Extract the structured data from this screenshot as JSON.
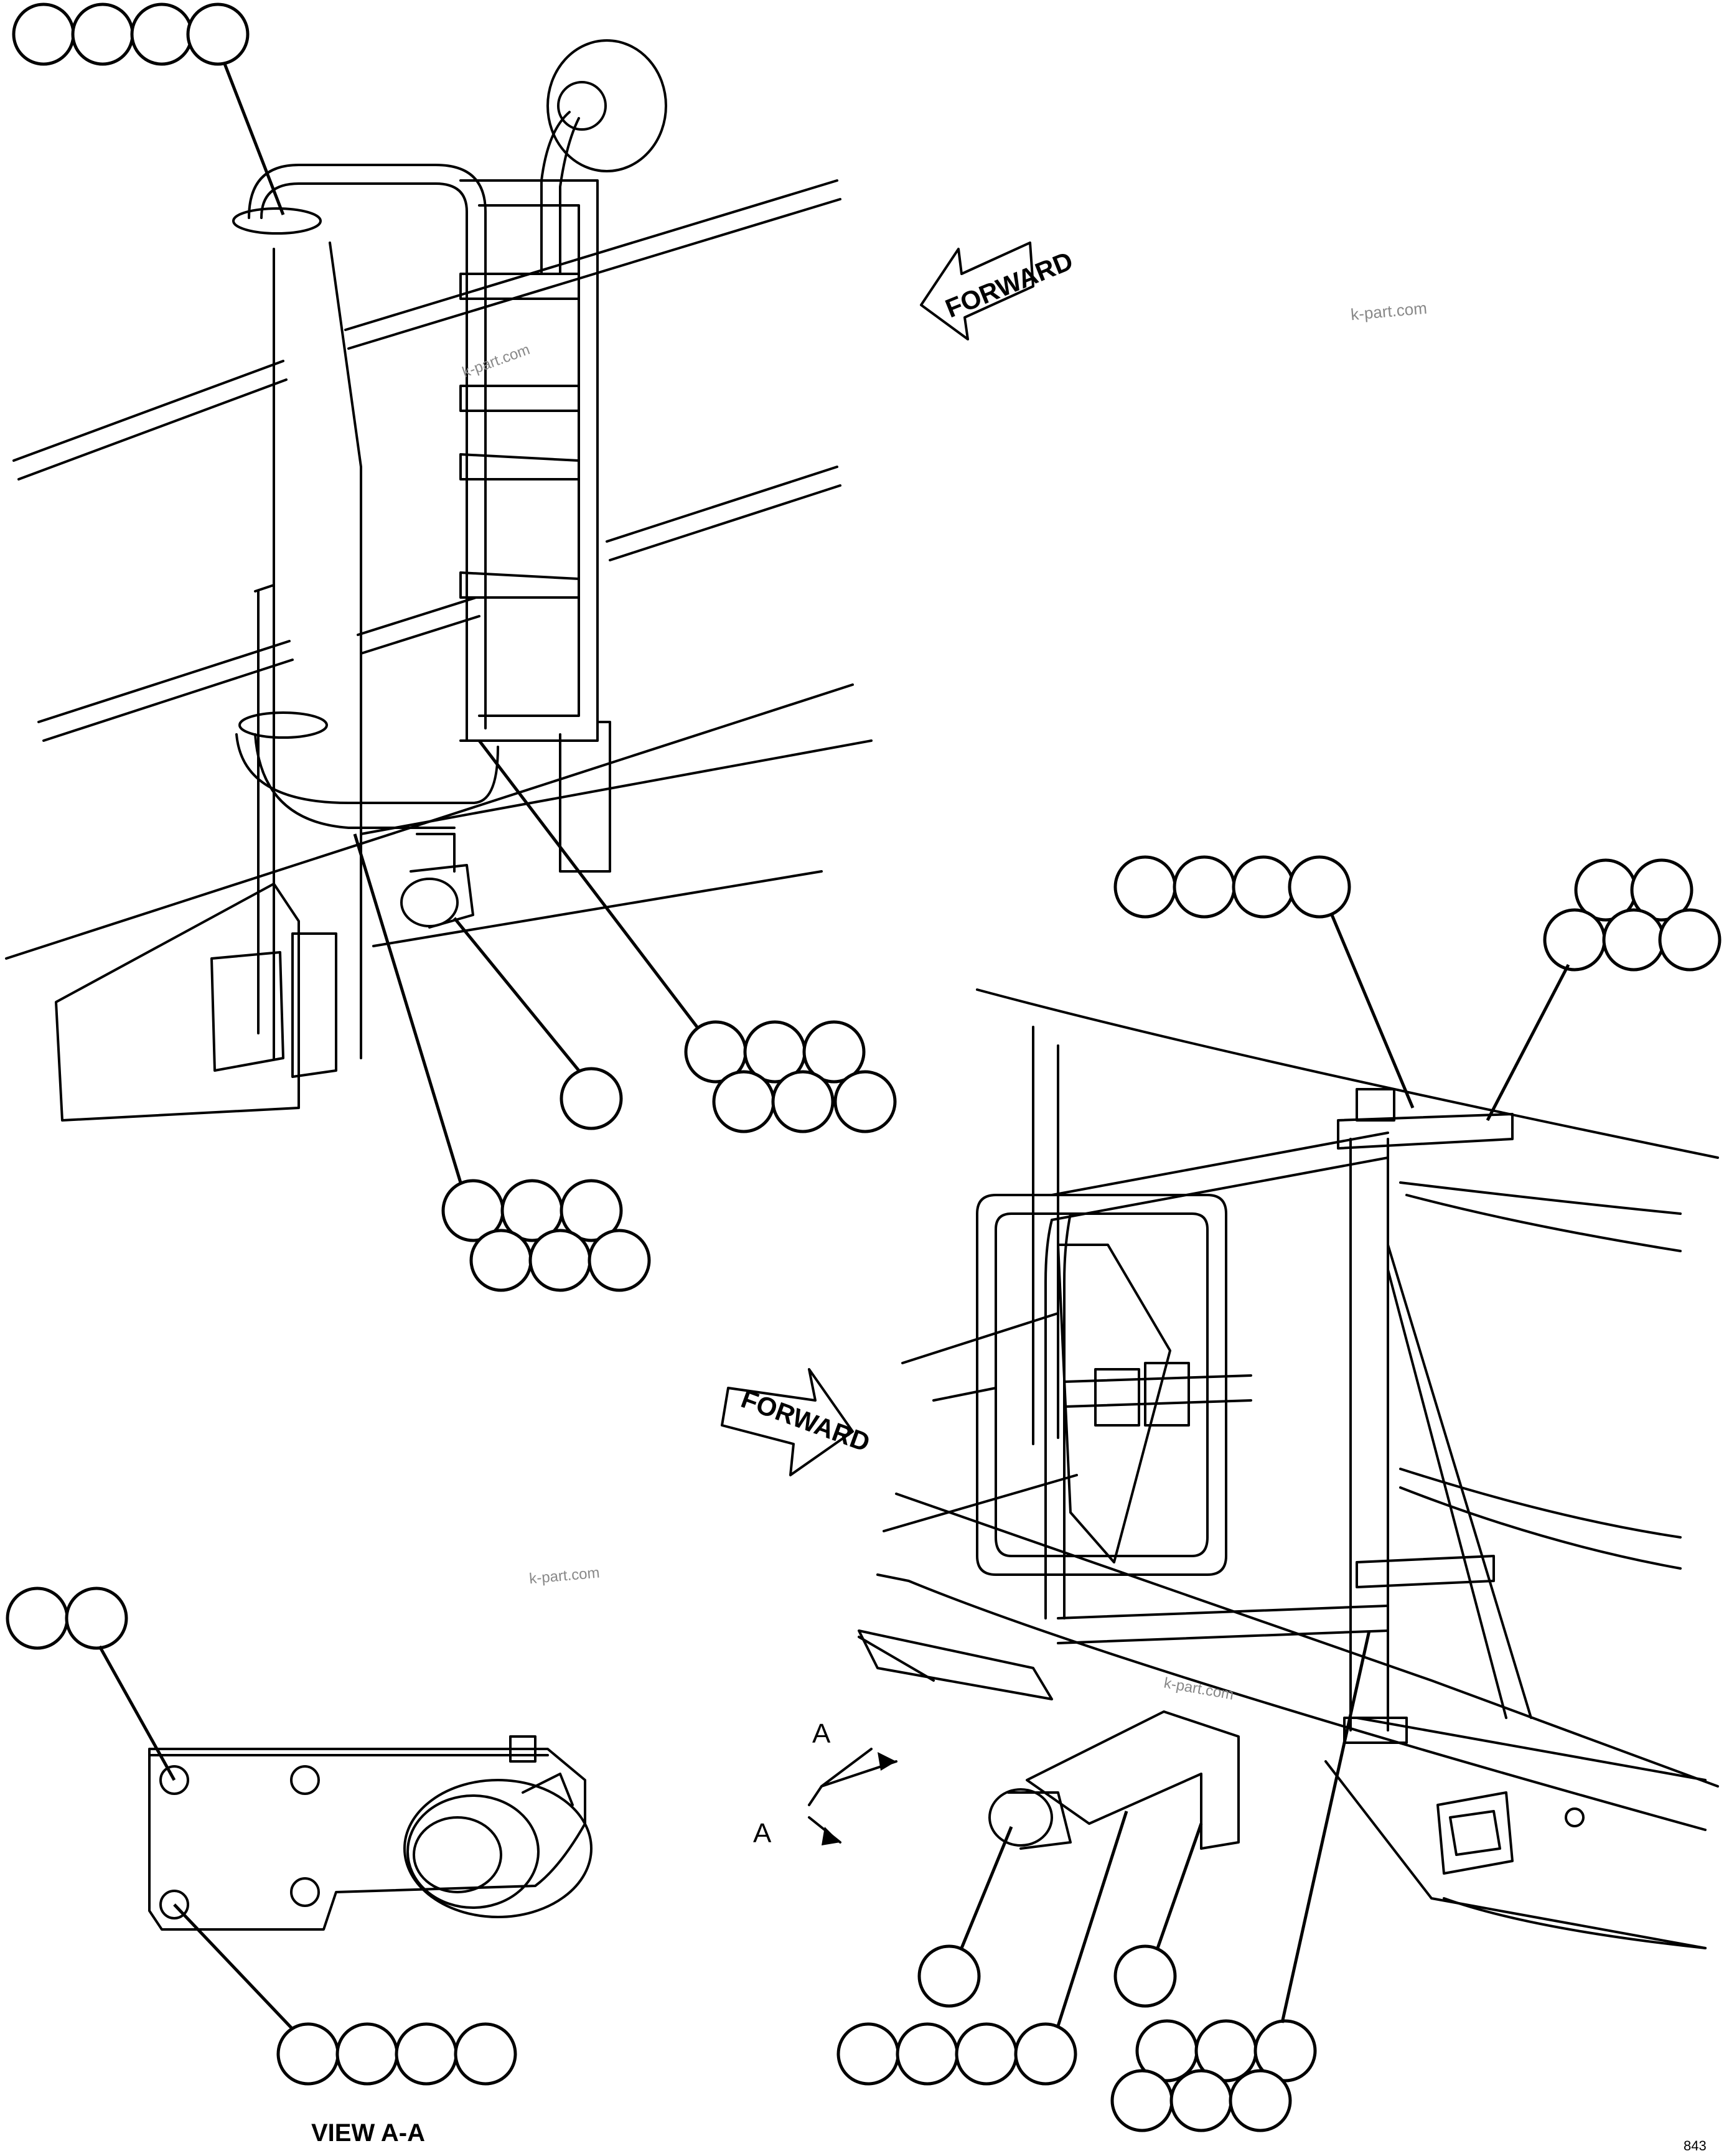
{
  "labels": {
    "forward_top": "FORWARD",
    "forward_right": "FORWARD",
    "section_a_top": "A",
    "section_a_bottom": "A",
    "view_caption": "VIEW A-A",
    "sheet_code": "843"
  },
  "watermarks": [
    "k-part.com",
    "k-part.com",
    "k-part.com",
    "k-part.com"
  ],
  "callout_groups": [
    {
      "id": "g1",
      "count": 4,
      "note": "top-left, to upper handrail bracket"
    },
    {
      "id": "g2",
      "count": 1,
      "note": "work lamp on handrail"
    },
    {
      "id": "g3",
      "count": 6,
      "note": "lower clamp on ladder"
    },
    {
      "id": "g4",
      "count": 6,
      "note": "handrail lower clamp"
    },
    {
      "id": "g5",
      "count": 4,
      "note": "mirror bracket clamp"
    },
    {
      "id": "g6",
      "count": 5,
      "note": "mirror bracket bolt"
    },
    {
      "id": "g7",
      "count": 2,
      "note": "view A-A upper bolt"
    },
    {
      "id": "g8",
      "count": 4,
      "note": "view A-A lower bolt"
    },
    {
      "id": "g9",
      "count": 1,
      "note": "lamp"
    },
    {
      "id": "g10",
      "count": 1,
      "note": "bracket"
    },
    {
      "id": "g11",
      "count": 4,
      "note": "lamp bracket bolt"
    },
    {
      "id": "g12",
      "count": 6,
      "note": "lower mirror bracket clamp"
    }
  ]
}
